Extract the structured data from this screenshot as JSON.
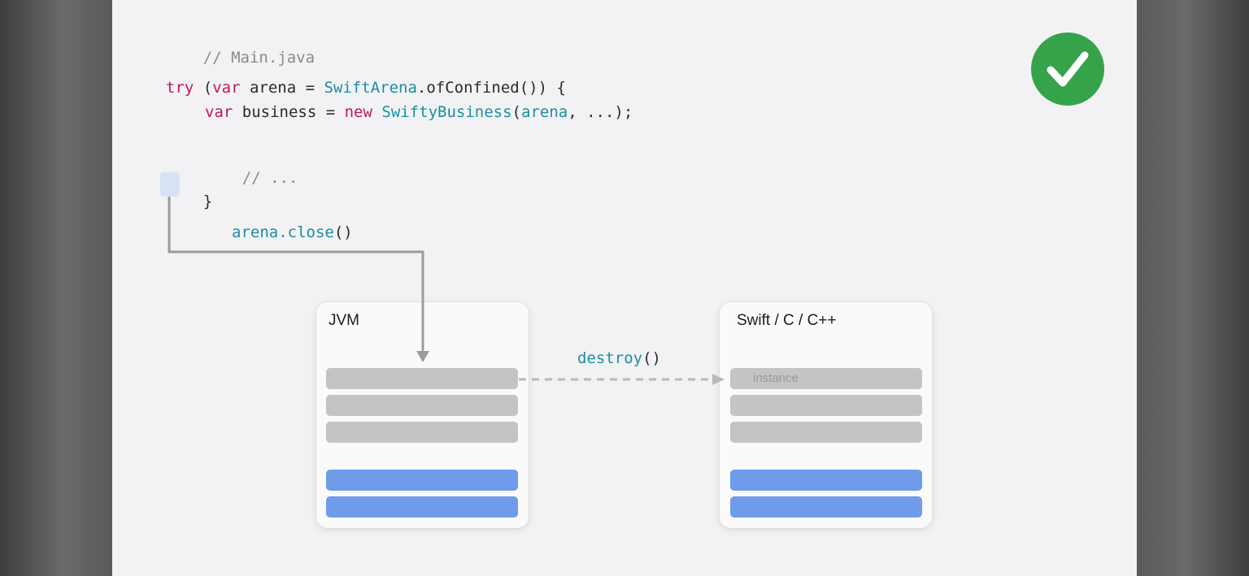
{
  "code": {
    "comment_file": "// Main.java",
    "line_try": {
      "kw_try": "try",
      "paren_open": " (",
      "kw_var": "var",
      "arena_decl": " arena = ",
      "type_arena": "SwiftArena",
      "method": ".ofConfined()) {"
    },
    "line_business": {
      "kw_var": "var",
      "decl": " business = ",
      "kw_new": "new",
      "space": " ",
      "type_business": "SwiftyBusiness",
      "paren": "(",
      "arg_arena": "arena",
      "rest": ", ...);"
    },
    "comment_ellipsis": "// ...",
    "closing_brace": "}"
  },
  "annotations": {
    "arena_obj": "arena",
    "close_call": ".close",
    "close_parens": "()",
    "destroy_fn": "destroy",
    "destroy_parens": "()"
  },
  "boxes": {
    "jvm": {
      "title": "JVM"
    },
    "native": {
      "title": "Swift / C / C++",
      "instance_label": "instance"
    }
  },
  "colors": {
    "keyword": "#c2185b",
    "type": "#1a8fa0",
    "check_green": "#34a34a",
    "bar_gray": "#c4c4c6",
    "bar_blue": "#6f9be8",
    "arrow_gray": "#9b9b9b"
  },
  "icons": {
    "status": "checkmark-icon"
  }
}
